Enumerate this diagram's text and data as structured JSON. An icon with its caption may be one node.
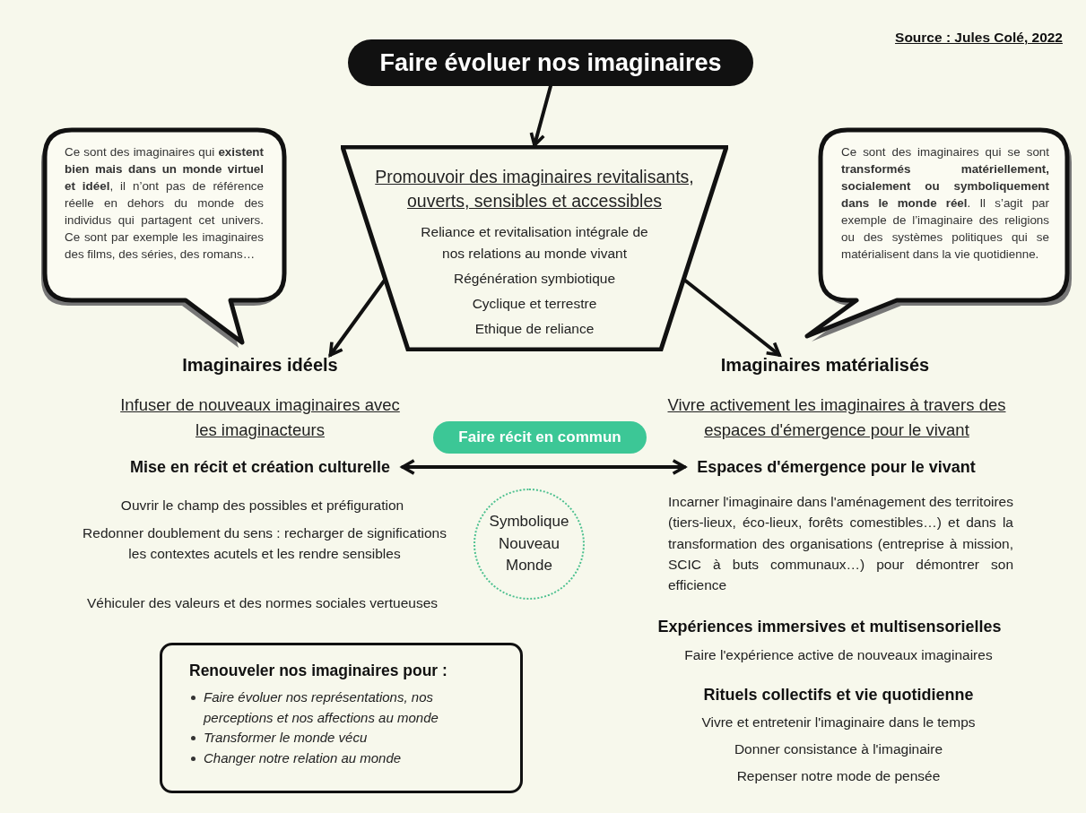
{
  "diagram": {
    "nodes": [
      {
        "text": [
          "Faire évoluer nos imaginaires"
        ]
      },
      {
        "text": [
          "Promouvoir des imaginaires revitalisants, ouverts, sensibles et accessibles",
          "Reliance et revitalisation intégrale de nos relations au monde vivant",
          "Régénération symbiotique",
          "Cyclique et terrestre",
          "Ethique de reliance"
        ]
      },
      {
        "text": [
          "Ce sont des imaginaires qui **existent bien mais dans un monde virtuel et idéel**, il n’ont pas de référence réelle en dehors du monde des individus qui partagent cet univers. Ce sont par exemple les imaginaires des films, des séries, des romans…"
        ]
      },
      {
        "text": [
          "Ce sont des imaginaires qui se sont **transformés matériellement, socialement ou symboliquement dans le monde réel**. Il s’agit par exemple de l’imaginaire des religions ou des systèmes politiques qui se matérialisent dans la vie quotidienne."
        ]
      },
      {
        "text": [
          "Imaginaires idéels"
        ]
      },
      {
        "text": [
          "Imaginaires matérialisés"
        ]
      },
      {
        "text": [
          "Faire récit en commun"
        ]
      },
      {
        "text": [
          "Mise en récit et création culturelle"
        ]
      },
      {
        "text": [
          "Espaces d'émergence pour le vivant"
        ]
      },
      {
        "text": [
          "Symbolique Nouveau Monde"
        ]
      },
      {
        "text": [
          "Renouveler nos imaginaires pour :",
          "Faire évoluer nos représentations, nos perceptions et nos affections au monde",
          "Transformer le monde vécu",
          "Changer notre relation au monde"
        ]
      }
    ],
    "edges": [
      {
        "from": 0,
        "to": 1,
        "arrow": "to"
      },
      {
        "from": 1,
        "to": 4,
        "arrow": "to"
      },
      {
        "from": 1,
        "to": 5,
        "arrow": "to"
      },
      {
        "from": 7,
        "to": 8,
        "arrow": "both"
      }
    ],
    "labels": [
      "Source : Jules Colé, 2022",
      "Infuser de nouveaux imaginaires avec les imaginacteurs",
      "Vivre activement les imaginaires à travers des espaces d'émergence pour le vivant",
      "Ouvrir le champ des possibles et préfiguration",
      "Redonner doublement du sens : recharger de significations les contextes acutels et les rendre sensibles",
      "Incarner l'imaginaire dans l'aménagement des territoires (tiers-lieux, éco-lieux, forêts comestibles…) et dans la transformation des organisations (entreprise à mission, SCIC à buts communaux…) pour démontrer son efficience",
      "Véhiculer des valeurs et des normes sociales vertueuses",
      "Expériences immersives et multisensorielles",
      "Faire l'expérience active de nouveaux imaginaires",
      "Rituels collectifs et vie quotidienne",
      "Vivre et entretenir l'imaginaire dans le temps",
      "Donner consistance à l'imaginaire",
      "Repenser notre mode de pensée"
    ]
  }
}
